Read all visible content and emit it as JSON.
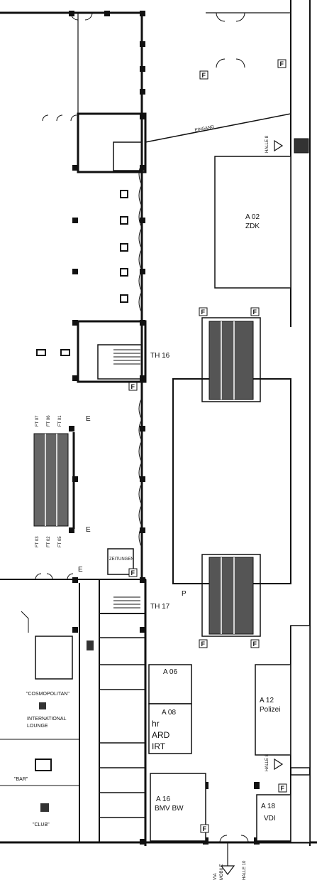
{
  "rooms": {
    "a02_code": "A 02",
    "a02_name": "ZDK",
    "a06_code": "A 06",
    "a08_code": "A 08",
    "a08_line1": "hr",
    "a08_line2": "ARD",
    "a08_line3": "IRT",
    "a12_code": "A 12",
    "a12_name": "Polizei",
    "a16_code": "A 16",
    "a16_name": "BMV BW",
    "a18_code": "A 18",
    "a18_name": "VDI"
  },
  "stairs": {
    "th16": "TH 16",
    "th17": "TH 17"
  },
  "markers": {
    "f": "F",
    "e": "E",
    "p": "P"
  },
  "venues": {
    "cosmopolitan": "\"COSMOPOLITAN\"",
    "international": "INTERNATIONAL",
    "lounge": "LOUNGE",
    "bar": "\"BAR\"",
    "club": "\"CLUB\""
  },
  "small_labels": {
    "eingang": "EINGANG",
    "zeitung": "ZEITUNGEN",
    "halle8": "HALLE 8",
    "via": "VIA",
    "mobile": "MOBILE",
    "halle10": "HALLE 10"
  },
  "escalators": {
    "top": [
      "FT 07",
      "FT 06",
      "FT 01"
    ],
    "bottom": [
      "FT 03",
      "FT 02",
      "FT 05"
    ]
  }
}
